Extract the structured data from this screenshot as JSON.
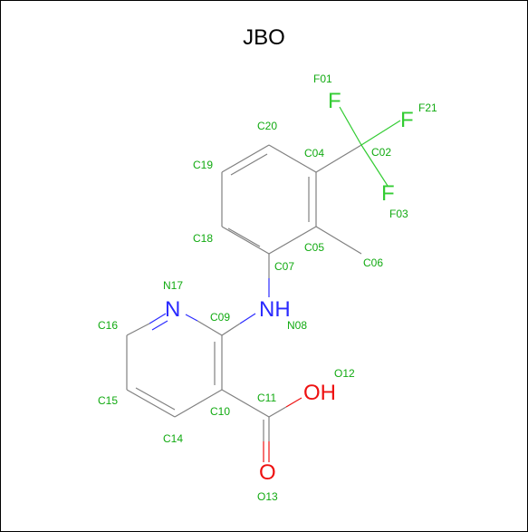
{
  "title": "JBO",
  "colors": {
    "carbon": "#808080",
    "fluorine": "#33cc33",
    "nitrogen": "#2a2aff",
    "oxygen": "#ee1111",
    "label": "#11aa11"
  },
  "atoms": {
    "F1": "F",
    "F21": "F",
    "F3": "F",
    "N17": "N",
    "N08": "NH",
    "O12": "OH",
    "O13": "O"
  },
  "labels": {
    "F01": "F01",
    "F21": "F21",
    "F03": "F03",
    "C20": "C20",
    "C04": "C04",
    "C02": "C02",
    "C19": "C19",
    "C18": "C18",
    "C05": "C05",
    "C06": "C06",
    "C07": "C07",
    "N17": "N17",
    "C09": "C09",
    "N08": "N08",
    "C16": "C16",
    "O12": "O12",
    "C15": "C15",
    "C11": "C11",
    "C10": "C10",
    "C14": "C14",
    "O13": "O13"
  }
}
